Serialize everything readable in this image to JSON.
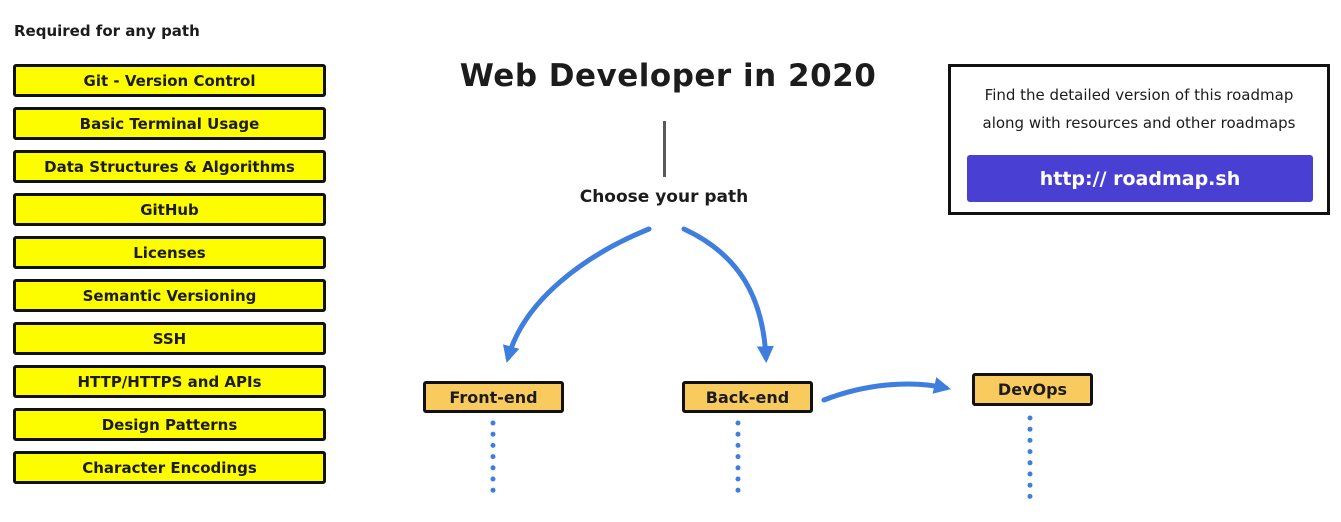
{
  "required": {
    "heading": "Required for any path",
    "items": [
      "Git - Version Control",
      "Basic Terminal Usage",
      "Data Structures & Algorithms",
      "GitHub",
      "Licenses",
      "Semantic Versioning",
      "SSH",
      "HTTP/HTTPS and APIs",
      "Design Patterns",
      "Character Encodings"
    ]
  },
  "center": {
    "title": "Web Developer in 2020",
    "subtitle": "Choose your path"
  },
  "paths": [
    {
      "label": "Front-end"
    },
    {
      "label": "Back-end"
    },
    {
      "label": "DevOps"
    }
  ],
  "info_box": {
    "line1": "Find the detailed version of this roadmap",
    "line2": "along with resources and other roadmaps",
    "button_label": "http:// roadmap.sh"
  },
  "colors": {
    "topic_fill": "#FDFD00",
    "path_fill": "#F9CB5F",
    "arrow_blue": "#3E7EDE",
    "button_purple": "#4A3FD3",
    "border": "#111111"
  }
}
